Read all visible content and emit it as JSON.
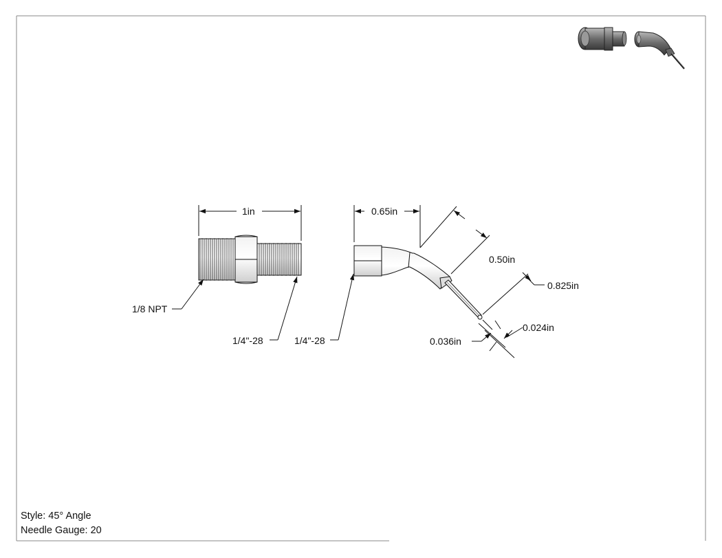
{
  "drawing": {
    "dimensions": {
      "adapter_length": "1in",
      "tip_length": "0.65in",
      "bend_segment": "0.50in",
      "needle_length": "0.825in",
      "needle_od": "0.036in",
      "needle_id": "0.024in"
    },
    "callouts": {
      "npt_thread": "1/8 NPT",
      "male_thread": "1/4\"-28",
      "female_thread": "1/4\"-28"
    },
    "notes": {
      "style": "Style: 45° Angle",
      "gauge": "Needle Gauge: 20"
    }
  }
}
